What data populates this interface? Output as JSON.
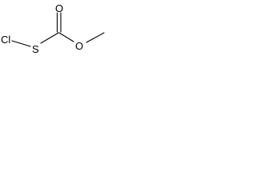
{
  "molecule": {
    "atoms": {
      "chlorine": "Cl",
      "sulfur": "S",
      "carbonyl_oxygen": "O",
      "ester_oxygen": "O"
    },
    "colors": {
      "bond": "#000000",
      "label": "#000000",
      "background": "#ffffff"
    }
  }
}
